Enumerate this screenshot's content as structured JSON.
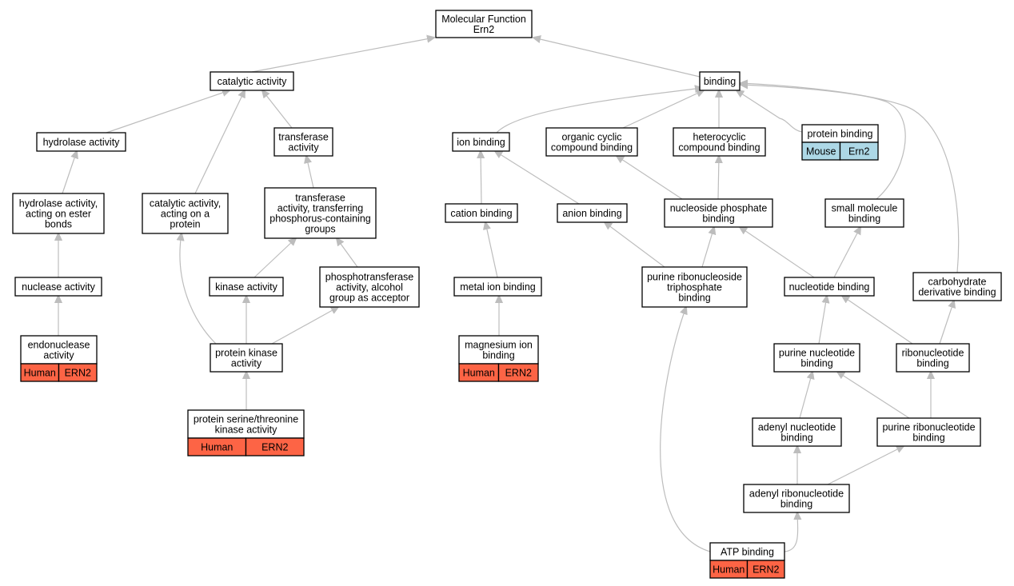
{
  "colors": {
    "human": "#fd6445",
    "mouse": "#add8e6",
    "edge": "#bdbdbd"
  },
  "nodes": [
    {
      "id": "molecular-function",
      "lines": [
        "Molecular Function",
        "Ern2"
      ]
    },
    {
      "id": "catalytic-activity",
      "lines": [
        "catalytic activity"
      ]
    },
    {
      "id": "binding",
      "lines": [
        "binding"
      ]
    },
    {
      "id": "hydrolase-activity",
      "lines": [
        "hydrolase activity"
      ]
    },
    {
      "id": "transferase-activity",
      "lines": [
        "transferase",
        "activity"
      ]
    },
    {
      "id": "ion-binding",
      "lines": [
        "ion binding"
      ]
    },
    {
      "id": "organic-cyclic-compound-binding",
      "lines": [
        "organic cyclic",
        "compound binding"
      ]
    },
    {
      "id": "heterocyclic-compound-binding",
      "lines": [
        "heterocyclic",
        "compound binding"
      ]
    },
    {
      "id": "protein-binding",
      "lines": [
        "protein binding"
      ],
      "tags": [
        {
          "species": "Mouse",
          "gene": "Ern2",
          "color": "mouse"
        }
      ]
    },
    {
      "id": "hydrolase-activity-ester",
      "lines": [
        "hydrolase activity,",
        "acting on ester",
        "bonds"
      ]
    },
    {
      "id": "catalytic-activity-protein",
      "lines": [
        "catalytic activity,",
        "acting on a",
        "protein"
      ]
    },
    {
      "id": "transferase-phosphorus",
      "lines": [
        "transferase",
        "activity, transferring",
        "phosphorus-containing",
        "groups"
      ]
    },
    {
      "id": "cation-binding",
      "lines": [
        "cation binding"
      ]
    },
    {
      "id": "anion-binding",
      "lines": [
        "anion binding"
      ]
    },
    {
      "id": "nucleoside-phosphate-binding",
      "lines": [
        "nucleoside phosphate",
        "binding"
      ]
    },
    {
      "id": "small-molecule-binding",
      "lines": [
        "small molecule",
        "binding"
      ]
    },
    {
      "id": "nuclease-activity",
      "lines": [
        "nuclease activity"
      ]
    },
    {
      "id": "kinase-activity",
      "lines": [
        "kinase activity"
      ]
    },
    {
      "id": "phosphotransferase-activity",
      "lines": [
        "phosphotransferase",
        "activity, alcohol",
        "group as acceptor"
      ]
    },
    {
      "id": "metal-ion-binding",
      "lines": [
        "metal ion binding"
      ]
    },
    {
      "id": "purine-ribonucleoside-triphosphate-binding",
      "lines": [
        "purine ribonucleoside",
        "triphosphate",
        "binding"
      ]
    },
    {
      "id": "nucleotide-binding",
      "lines": [
        "nucleotide binding"
      ]
    },
    {
      "id": "carbohydrate-derivative-binding",
      "lines": [
        "carbohydrate",
        "derivative binding"
      ]
    },
    {
      "id": "endonuclease-activity",
      "lines": [
        "endonuclease",
        "activity"
      ],
      "tags": [
        {
          "species": "Human",
          "gene": "ERN2",
          "color": "human"
        }
      ]
    },
    {
      "id": "protein-kinase-activity",
      "lines": [
        "protein kinase",
        "activity"
      ]
    },
    {
      "id": "magnesium-ion-binding",
      "lines": [
        "magnesium ion",
        "binding"
      ],
      "tags": [
        {
          "species": "Human",
          "gene": "ERN2",
          "color": "human"
        }
      ]
    },
    {
      "id": "purine-nucleotide-binding",
      "lines": [
        "purine nucleotide",
        "binding"
      ]
    },
    {
      "id": "ribonucleotide-binding",
      "lines": [
        "ribonucleotide",
        "binding"
      ]
    },
    {
      "id": "protein-serine-threonine-kinase-activity",
      "lines": [
        "protein serine/threonine",
        "kinase activity"
      ],
      "tags": [
        {
          "species": "Human",
          "gene": "ERN2",
          "color": "human"
        }
      ]
    },
    {
      "id": "adenyl-nucleotide-binding",
      "lines": [
        "adenyl nucleotide",
        "binding"
      ]
    },
    {
      "id": "purine-ribonucleotide-binding",
      "lines": [
        "purine ribonucleotide",
        "binding"
      ]
    },
    {
      "id": "adenyl-ribonucleotide-binding",
      "lines": [
        "adenyl ribonucleotide",
        "binding"
      ]
    },
    {
      "id": "atp-binding",
      "lines": [
        "ATP binding"
      ],
      "tags": [
        {
          "species": "Human",
          "gene": "ERN2",
          "color": "human"
        }
      ]
    }
  ],
  "edges": [
    [
      "catalytic-activity",
      "molecular-function"
    ],
    [
      "binding",
      "molecular-function"
    ],
    [
      "hydrolase-activity",
      "catalytic-activity"
    ],
    [
      "catalytic-activity-protein",
      "catalytic-activity"
    ],
    [
      "transferase-activity",
      "catalytic-activity"
    ],
    [
      "ion-binding",
      "binding"
    ],
    [
      "organic-cyclic-compound-binding",
      "binding"
    ],
    [
      "heterocyclic-compound-binding",
      "binding"
    ],
    [
      "protein-binding",
      "binding"
    ],
    [
      "small-molecule-binding",
      "binding"
    ],
    [
      "carbohydrate-derivative-binding",
      "binding"
    ],
    [
      "hydrolase-activity-ester",
      "hydrolase-activity"
    ],
    [
      "transferase-phosphorus",
      "transferase-activity"
    ],
    [
      "cation-binding",
      "ion-binding"
    ],
    [
      "anion-binding",
      "ion-binding"
    ],
    [
      "nucleoside-phosphate-binding",
      "organic-cyclic-compound-binding"
    ],
    [
      "nucleoside-phosphate-binding",
      "heterocyclic-compound-binding"
    ],
    [
      "nuclease-activity",
      "hydrolase-activity-ester"
    ],
    [
      "kinase-activity",
      "transferase-phosphorus"
    ],
    [
      "phosphotransferase-activity",
      "transferase-phosphorus"
    ],
    [
      "metal-ion-binding",
      "cation-binding"
    ],
    [
      "purine-ribonucleoside-triphosphate-binding",
      "anion-binding"
    ],
    [
      "purine-ribonucleoside-triphosphate-binding",
      "nucleoside-phosphate-binding"
    ],
    [
      "nucleotide-binding",
      "nucleoside-phosphate-binding"
    ],
    [
      "nucleotide-binding",
      "small-molecule-binding"
    ],
    [
      "endonuclease-activity",
      "nuclease-activity"
    ],
    [
      "protein-kinase-activity",
      "catalytic-activity-protein"
    ],
    [
      "protein-kinase-activity",
      "kinase-activity"
    ],
    [
      "protein-kinase-activity",
      "phosphotransferase-activity"
    ],
    [
      "magnesium-ion-binding",
      "metal-ion-binding"
    ],
    [
      "purine-nucleotide-binding",
      "nucleotide-binding"
    ],
    [
      "ribonucleotide-binding",
      "nucleotide-binding"
    ],
    [
      "ribonucleotide-binding",
      "carbohydrate-derivative-binding"
    ],
    [
      "protein-serine-threonine-kinase-activity",
      "protein-kinase-activity"
    ],
    [
      "adenyl-nucleotide-binding",
      "purine-nucleotide-binding"
    ],
    [
      "purine-ribonucleotide-binding",
      "purine-nucleotide-binding"
    ],
    [
      "purine-ribonucleotide-binding",
      "ribonucleotide-binding"
    ],
    [
      "adenyl-ribonucleotide-binding",
      "adenyl-nucleotide-binding"
    ],
    [
      "adenyl-ribonucleotide-binding",
      "purine-ribonucleotide-binding"
    ],
    [
      "atp-binding",
      "adenyl-ribonucleotide-binding"
    ],
    [
      "atp-binding",
      "purine-ribonucleoside-triphosphate-binding"
    ]
  ]
}
